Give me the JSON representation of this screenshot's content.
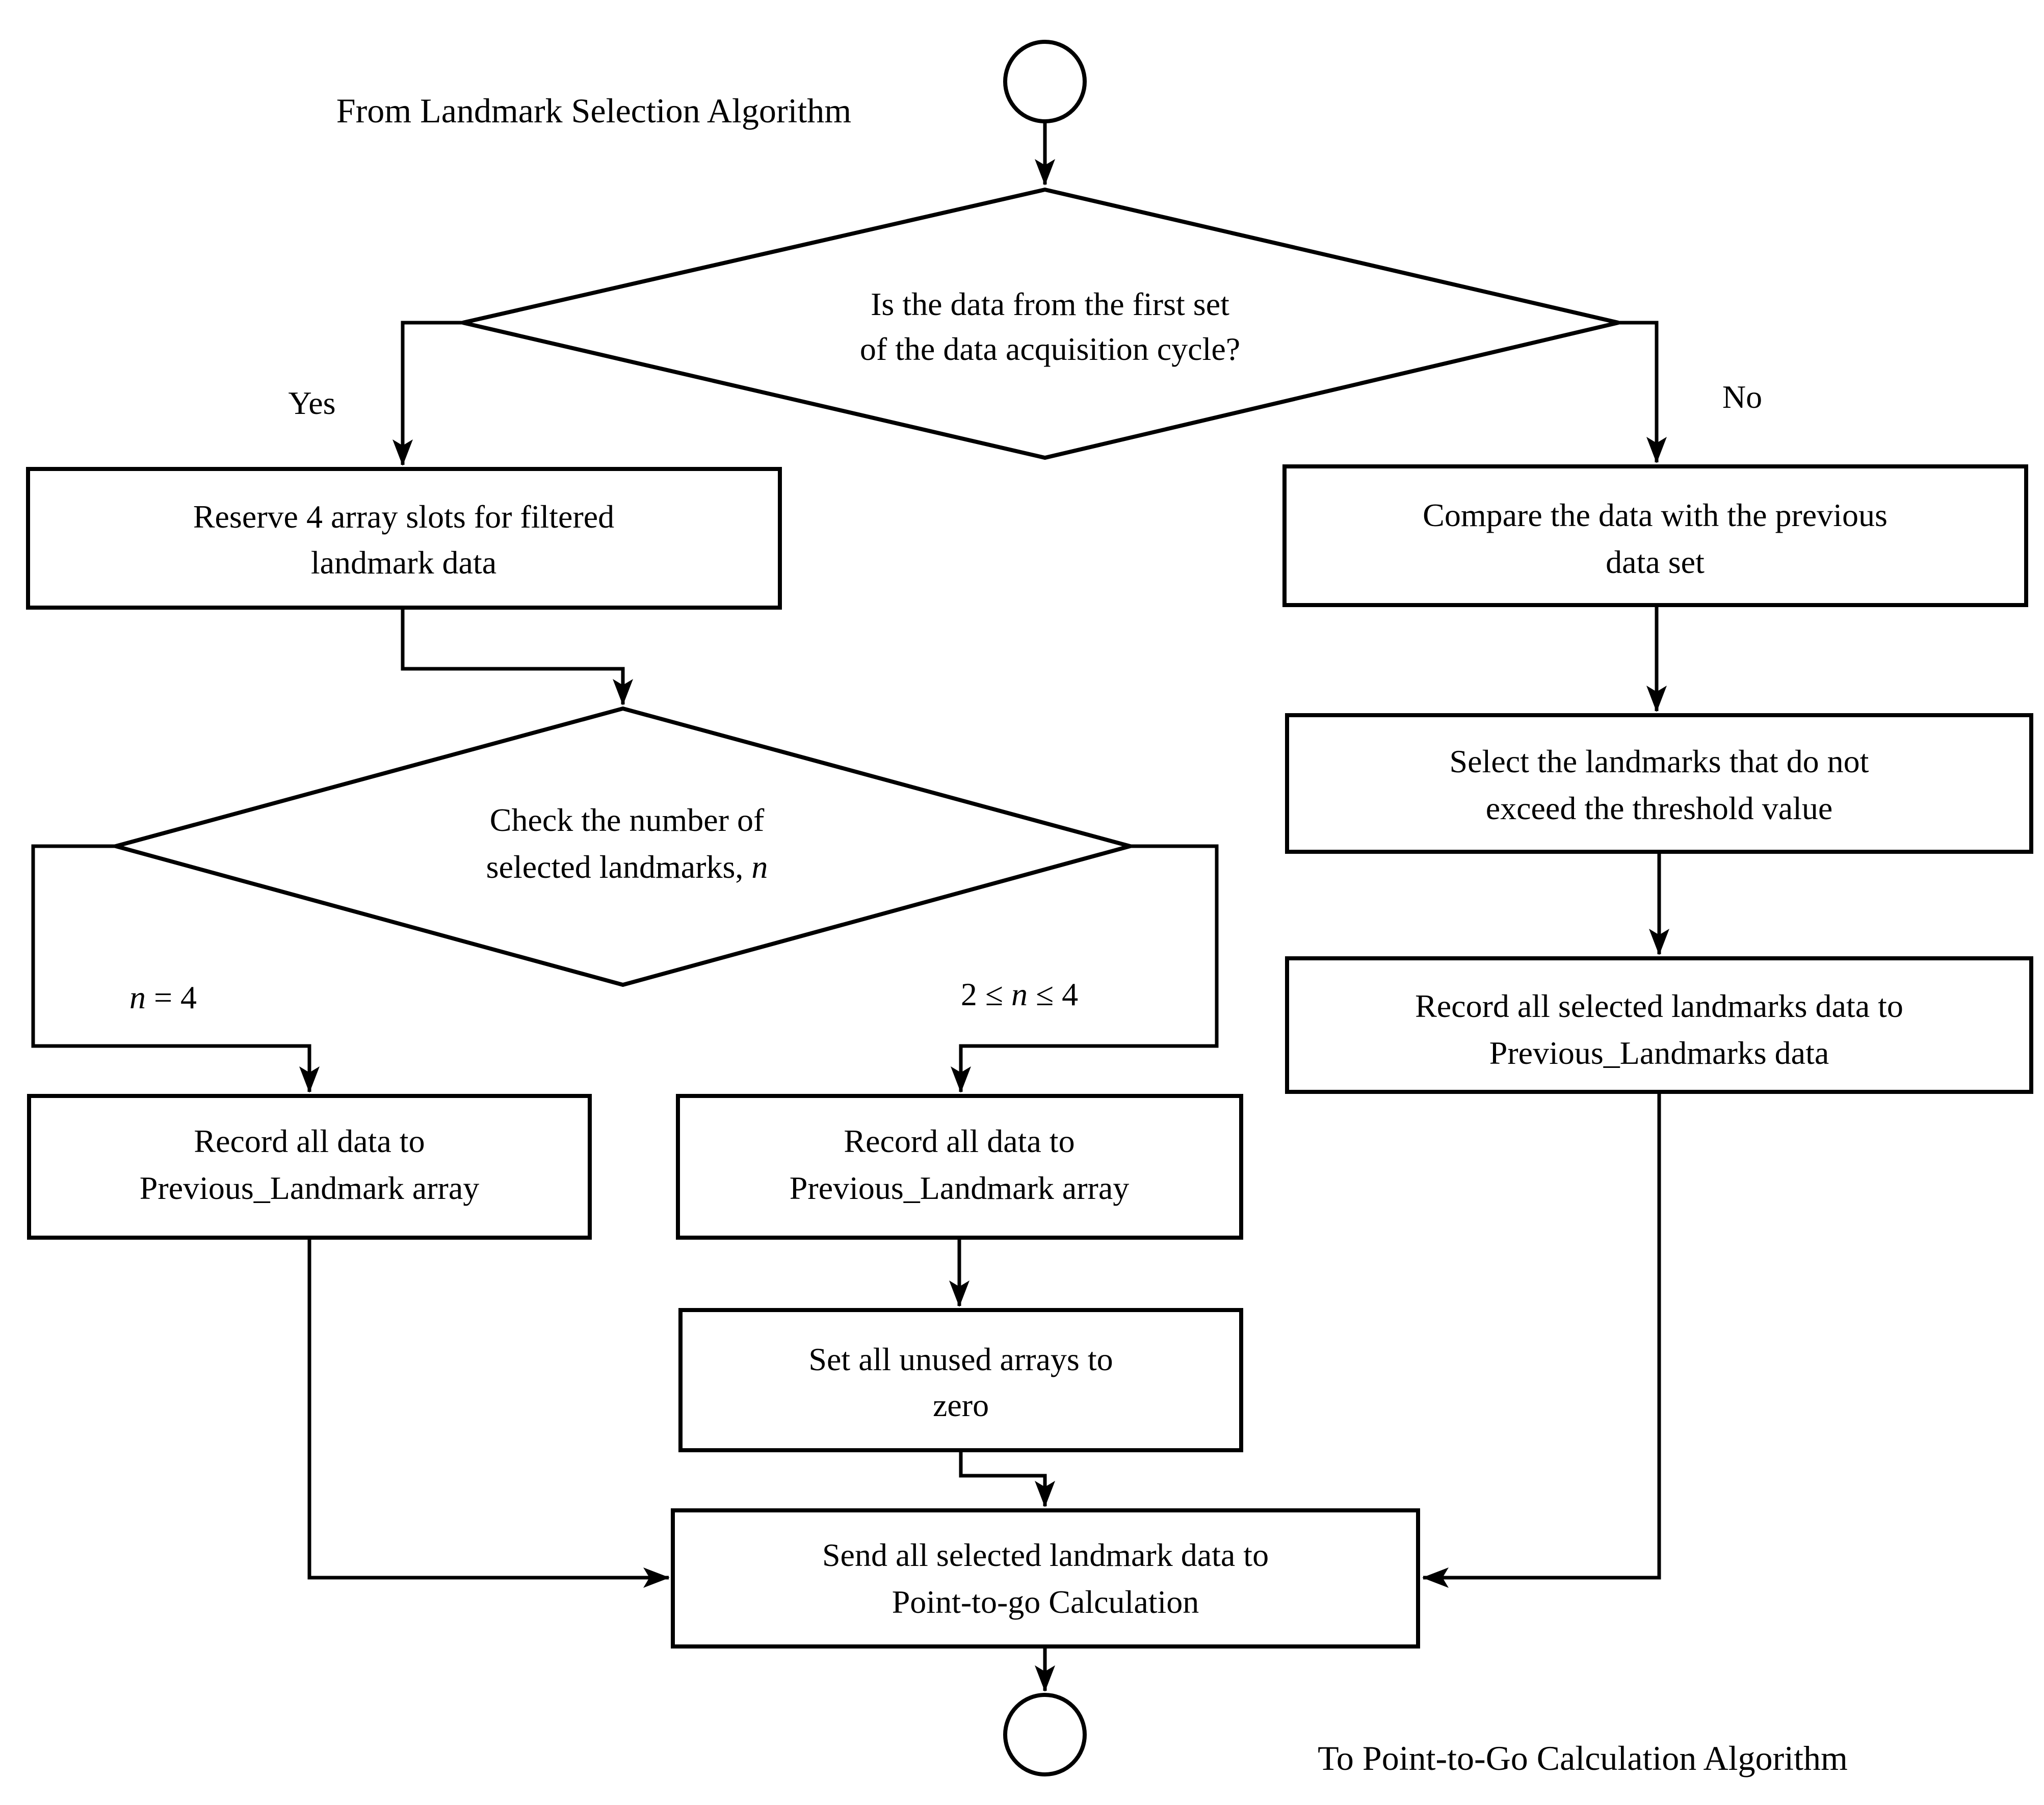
{
  "colors": {
    "ink": "#000000",
    "paper": "#ffffff"
  },
  "annotations": {
    "from_label": "From Landmark Selection Algorithm",
    "to_label": "To Point-to-Go Calculation Algorithm"
  },
  "edge_labels": {
    "yes": "Yes",
    "no": "No",
    "n_eq": {
      "var": "n",
      "rest": " = 4"
    },
    "n_range": {
      "pre": "2 ≤ ",
      "var": "n",
      "post": " ≤ 4"
    }
  },
  "nodes": {
    "decision_first_set": {
      "type": "decision",
      "line1": "Is the data from the first set",
      "line2": "of the data acquisition cycle?"
    },
    "reserve_slots": {
      "type": "process",
      "line1": "Reserve 4 array slots for filtered",
      "line2": "landmark data"
    },
    "decision_landmark_count": {
      "type": "decision",
      "line1": "Check the number of",
      "line2_pre": "selected landmarks, ",
      "line2_var": "n"
    },
    "record_previous_landmark_left": {
      "type": "process",
      "line1": "Record all data to",
      "line2": "Previous_Landmark array"
    },
    "record_previous_landmark_mid": {
      "type": "process",
      "line1": "Record all data to",
      "line2": "Previous_Landmark array"
    },
    "set_unused_zero": {
      "type": "process",
      "line1": "Set all unused arrays to",
      "line2": "zero"
    },
    "send_to_point_to_go": {
      "type": "process",
      "line1": "Send all selected landmark data to",
      "line2": "Point-to-go Calculation"
    },
    "compare_previous": {
      "type": "process",
      "line1": "Compare the data with the previous",
      "line2": "data set"
    },
    "select_threshold": {
      "type": "process",
      "line1": "Select the landmarks that do not",
      "line2": "exceed the threshold value"
    },
    "record_selected_landmarks": {
      "type": "process",
      "line1": "Record all selected landmarks data to",
      "line2": "Previous_Landmarks data"
    }
  }
}
